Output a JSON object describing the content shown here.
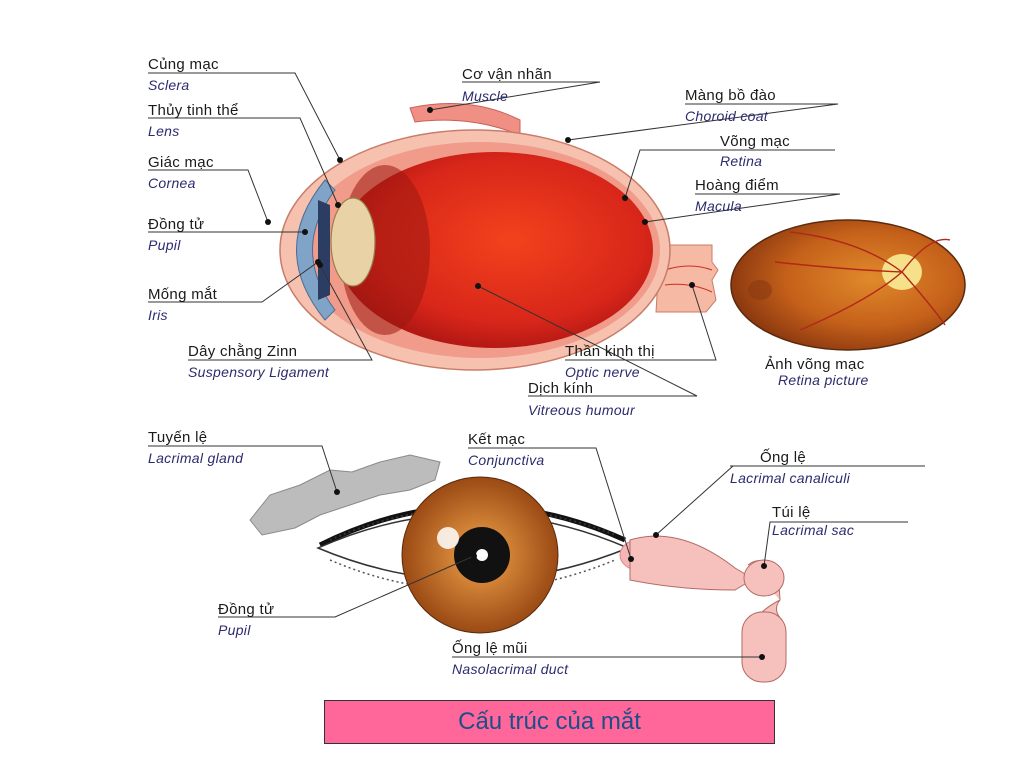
{
  "labels": {
    "sclera": {
      "vi": "Củng mạc",
      "en": "Sclera"
    },
    "lens": {
      "vi": "Thủy tinh thể",
      "en": "Lens"
    },
    "cornea": {
      "vi": "Giác mạc",
      "en": "Cornea"
    },
    "pupil_top": {
      "vi": "Đồng tử",
      "en": "Pupil"
    },
    "iris": {
      "vi": "Mống mắt",
      "en": "Iris"
    },
    "zinn": {
      "vi": "Dây chằng Zinn",
      "en": "Suspensory Ligament"
    },
    "muscle": {
      "vi": "Cơ vận nhãn",
      "en": "Muscle"
    },
    "choroid": {
      "vi": "Màng bồ đào",
      "en": "Choroid coat"
    },
    "retina": {
      "vi": "Võng mạc",
      "en": "Retina"
    },
    "macula": {
      "vi": "Hoàng điểm",
      "en": "Macula"
    },
    "optic_nerve": {
      "vi": "Thần kinh thị",
      "en": "Optic nerve"
    },
    "vitreous": {
      "vi": "Dịch kính",
      "en": "Vitreous humour"
    },
    "retina_picture": {
      "vi": "Ảnh võng mạc",
      "en": "Retina picture"
    },
    "lacrimal_gland": {
      "vi": "Tuyến lệ",
      "en": "Lacrimal gland"
    },
    "conjunctiva": {
      "vi": "Kết mạc",
      "en": "Conjunctiva"
    },
    "canaliculi": {
      "vi": "Ống lệ",
      "en": "Lacrimal canaliculi"
    },
    "lacrimal_sac": {
      "vi": "Túi lệ",
      "en": "Lacrimal sac"
    },
    "pupil_bottom": {
      "vi": "Đồng tử",
      "en": "Pupil"
    },
    "nasolacrimal": {
      "vi": "Ống lệ mũi",
      "en": "Nasolacrimal duct"
    }
  },
  "title": "Cấu trúc của mắt",
  "colors": {
    "title_bg": "#ff6699",
    "title_text": "#1a4f8c",
    "eyeball_red": "#d8261a",
    "sclera_pink": "#f3a48f",
    "iris_brown": "#b8651f"
  }
}
